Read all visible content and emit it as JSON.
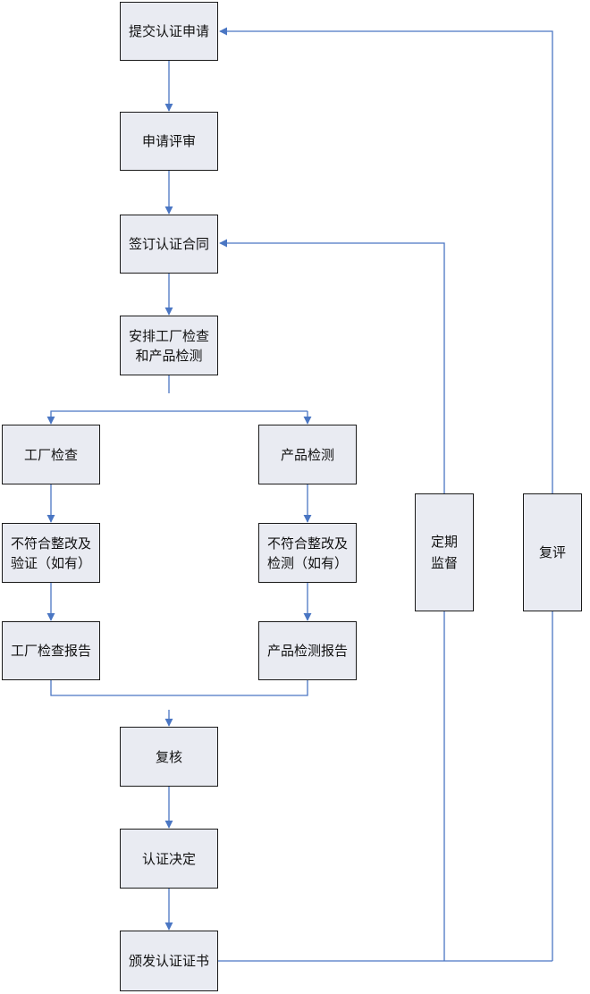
{
  "colors": {
    "connector": "#4a76c3",
    "box_fill": "#e9ebf2",
    "box_border": "#1a1a1a"
  },
  "nodes": {
    "submit": "提交认证申请",
    "review": "申请评审",
    "contract": "签订认证合同",
    "arrange": "安排工厂检查\n和产品检测",
    "factory_check": "工厂检查",
    "product_test": "产品检测",
    "factory_fix": "不符合整改及\n验证（如有）",
    "product_fix": "不符合整改及\n检测（如有）",
    "factory_report": "工厂检查报告",
    "product_report": "产品检测报告",
    "recheck": "复核",
    "decision": "认证决定",
    "issue": "颁发认证证书",
    "supervision": "定期\n监督",
    "reevaluation": "复评"
  }
}
